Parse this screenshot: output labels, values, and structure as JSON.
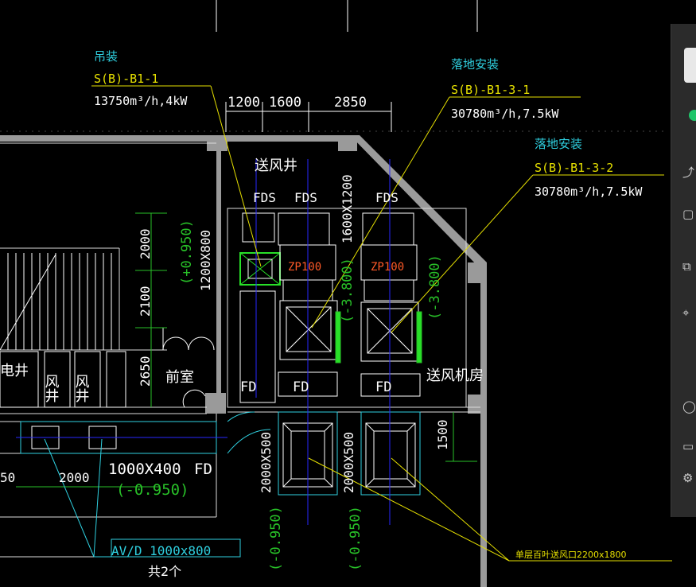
{
  "labels": {
    "hoist_install": "吊装",
    "unit_b1_1": "S(B)-B1-1",
    "unit_b1_1_spec": "13750m³/h,4kW",
    "floor_install_1": "落地安装",
    "unit_b1_3_1": "S(B)-B1-3-1",
    "unit_b1_3_1_spec": "30780m³/h,7.5kW",
    "floor_install_2": "落地安装",
    "unit_b1_3_2": "S(B)-B1-3-2",
    "unit_b1_3_2_spec": "30780m³/h,7.5kW",
    "dim_1200": "1200",
    "dim_1600": "1600",
    "dim_2850": "2850",
    "supply_shaft": "送风井",
    "fds_1": "FDS",
    "fds_2": "FDS",
    "fds_3": "FDS",
    "duct_1600x1200": "1600X1200",
    "zp100_1": "ZP100",
    "zp100_2": "ZP100",
    "elev_neg3800_1": "(-3.800)",
    "elev_neg3800_2": "(-3.800)",
    "elev_pos0950": "(+0.950)",
    "duct_1200x800": "1200X800",
    "dim_2000_v": "2000",
    "dim_2100_v": "2100",
    "dim_2650_v": "2650",
    "electric_shaft": "电井",
    "air_shaft_1": "风井",
    "air_shaft_2": "风井",
    "vestibule": "前室",
    "fd_1": "FD",
    "fd_2": "FD",
    "fd_3": "FD",
    "fan_room": "送风机房",
    "dim_1500": "1500",
    "duct_1000x400": "1000X400",
    "fd_4": "FD",
    "elev_neg0950_1": "(-0.950)",
    "dim_2000_h": "2000",
    "dim_50": "50",
    "duct_2000x500_1": "2000X500",
    "duct_2000x500_2": "2000X500",
    "elev_neg0950_2": "(-0.950)",
    "elev_neg0950_3": "(-0.950)",
    "avd_box": "AV/D 1000x800",
    "qty": "共2个",
    "louver_note": "单层百叶送风口2200x1800"
  },
  "colors": {
    "background": "#000000",
    "wall": "#9a9a9a",
    "duct": "#ffffff",
    "cyan_text": "#2fd0e0",
    "green_dim": "#28c028",
    "yellow_leader": "#e6e000",
    "red_text": "#ff5a28",
    "blue_axis": "#2828ff",
    "panel": "#2b2b2b"
  },
  "side_panel": {
    "icons": [
      "search-icon",
      "share-icon",
      "image-icon",
      "copy-icon",
      "location-icon",
      "more-icon",
      "settings-icon"
    ]
  }
}
